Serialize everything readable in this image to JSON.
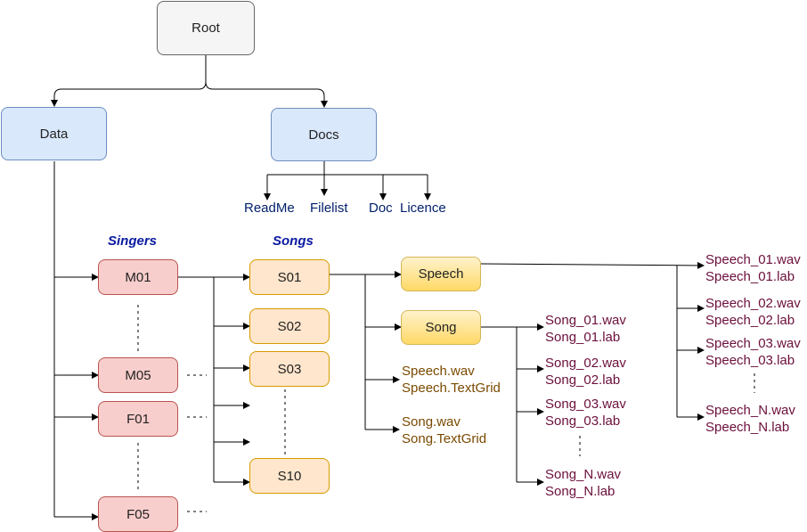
{
  "root": {
    "label": "Root"
  },
  "data": {
    "label": "Data"
  },
  "docs": {
    "label": "Docs",
    "children": [
      "ReadMe",
      "Filelist",
      "Doc",
      "Licence"
    ]
  },
  "headers": {
    "singers": "Singers",
    "songs": "Songs"
  },
  "singers": [
    "M01",
    "M05",
    "F01",
    "F05"
  ],
  "songs": [
    "S01",
    "S02",
    "S03",
    "S10"
  ],
  "types": {
    "speech": "Speech",
    "song": "Song"
  },
  "s01_files": {
    "speech": [
      "Speech.wav",
      "Speech.TextGrid"
    ],
    "song": [
      "Song.wav",
      "Song.TextGrid"
    ]
  },
  "song_files": [
    [
      "Song_01.wav",
      "Song_01.lab"
    ],
    [
      "Song_02.wav",
      "Song_02.lab"
    ],
    [
      "Song_03.wav",
      "Song_03.lab"
    ],
    [
      "Song_N.wav",
      "Song_N.lab"
    ]
  ],
  "speech_files": [
    [
      "Speech_01.wav",
      "Speech_01.lab"
    ],
    [
      "Speech_02.wav",
      "Speech_02.lab"
    ],
    [
      "Speech_03.wav",
      "Speech_03.lab"
    ],
    [
      "Speech_N.wav",
      "Speech_N.lab"
    ]
  ]
}
